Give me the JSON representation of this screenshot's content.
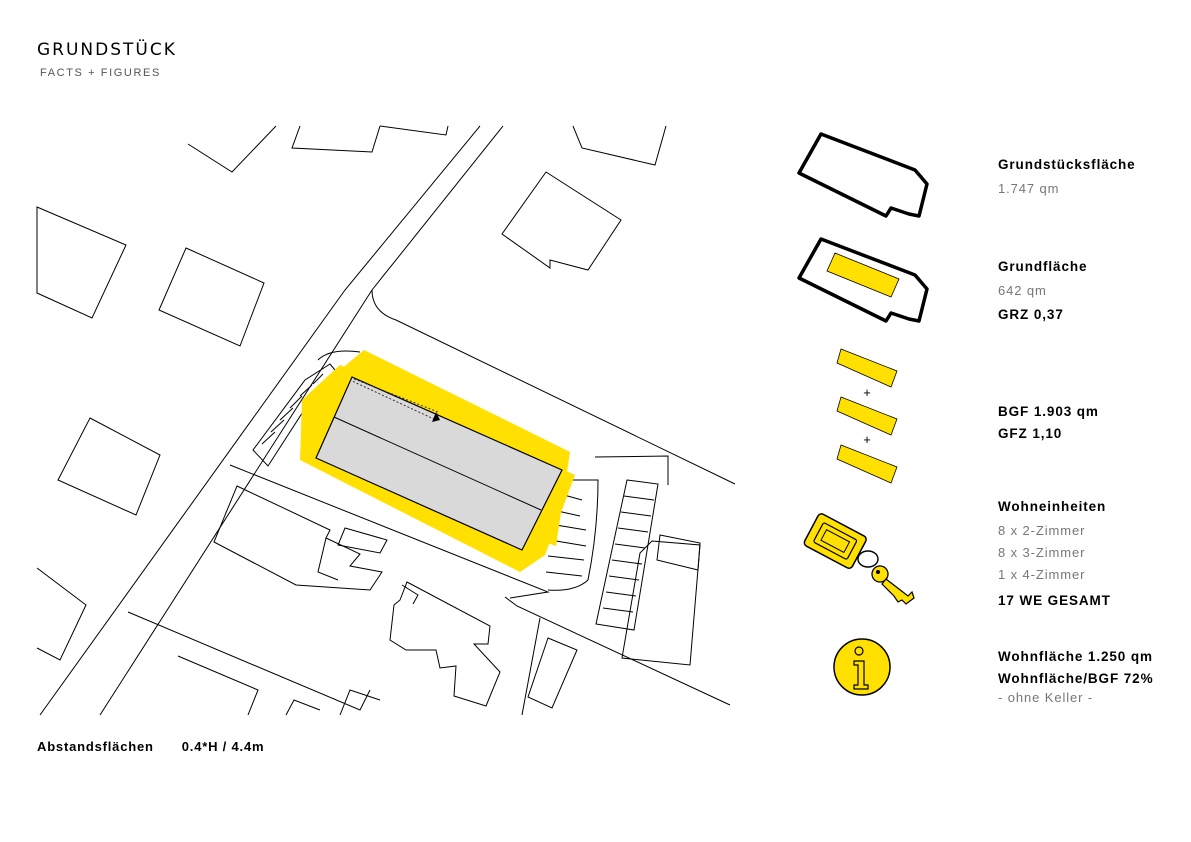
{
  "header": {
    "title": "GRUNDSTÜCK",
    "subtitle": "FACTS + FIGURES"
  },
  "footer": {
    "label": "Abstandsflächen",
    "value": "0.4*H / 4.4m"
  },
  "facts": {
    "plot": {
      "label": "Grundstücksfläche",
      "value": "1.747 qm"
    },
    "footprint": {
      "label": "Grundfläche",
      "value": "642 qm",
      "ratio": "GRZ 0,37"
    },
    "gross": {
      "value": "BGF 1.903 qm",
      "ratio": "GFZ 1,10",
      "plus_sign": "+"
    },
    "units": {
      "label": "Wohneinheiten",
      "items": [
        "8 x 2-Zimmer",
        "8 x 3-Zimmer",
        "1 x 4-Zimmer"
      ],
      "total": "17 WE GESAMT"
    },
    "living": {
      "area": "Wohnfläche 1.250 qm",
      "ratio": "Wohnfläche/BGF 72%",
      "note": "- ohne Keller -",
      "info_glyph": "i"
    }
  },
  "colors": {
    "accent": "#ffe000",
    "building_fill": "#d9d9d9",
    "line": "#000000",
    "muted_text": "#777777"
  },
  "icons": [
    "plot-outline-icon",
    "footprint-icon",
    "floor-stack-icon",
    "key-icon",
    "info-icon"
  ]
}
